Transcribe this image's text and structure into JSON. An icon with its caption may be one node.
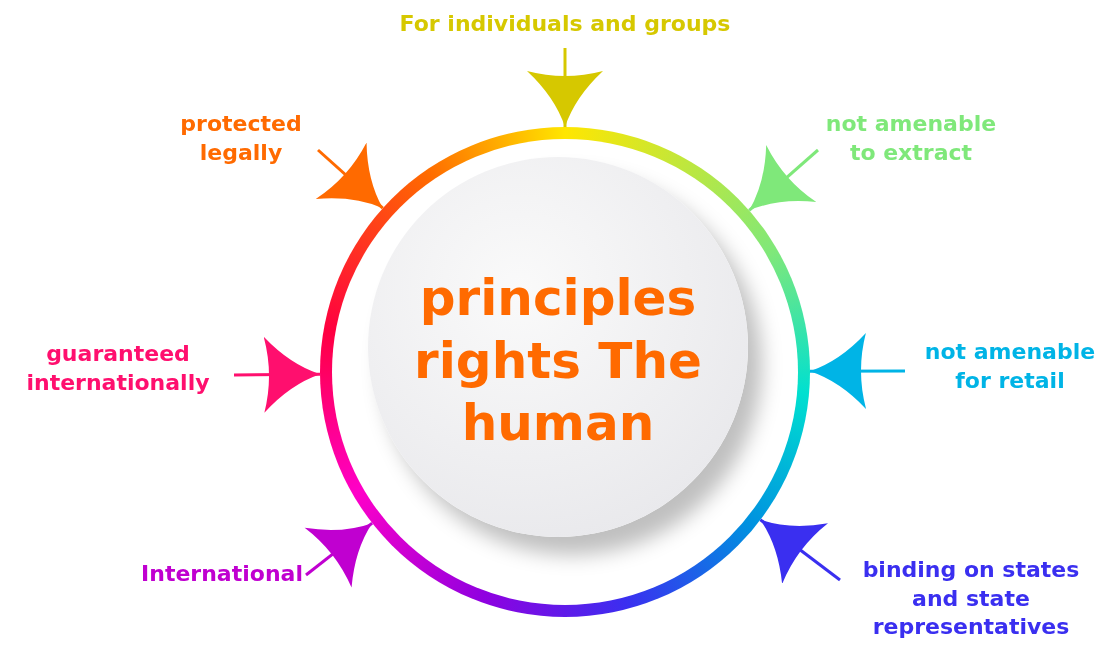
{
  "diagram": {
    "nodes": [
      {
        "text": [
          "principles rights The human"
        ]
      },
      {
        "text": [
          "For individuals and groups"
        ]
      },
      {
        "text": [
          "protected legally"
        ]
      },
      {
        "text": [
          "not amenable to extract"
        ]
      },
      {
        "text": [
          "guaranteed internationally"
        ]
      },
      {
        "text": [
          "not amenable for retail"
        ]
      },
      {
        "text": [
          "International"
        ]
      },
      {
        "text": [
          "binding on states and state representatives"
        ]
      }
    ],
    "edges": [
      {
        "from": 1,
        "to": 0,
        "arrow": "to",
        "color": "#d6c800"
      },
      {
        "from": 2,
        "to": 0,
        "arrow": "to",
        "color": "#ff6a00"
      },
      {
        "from": 3,
        "to": 0,
        "arrow": "to",
        "color": "#7fe87a"
      },
      {
        "from": 4,
        "to": 0,
        "arrow": "to",
        "color": "#ff0f6e"
      },
      {
        "from": 5,
        "to": 0,
        "arrow": "to",
        "color": "#00b4e6"
      },
      {
        "from": 6,
        "to": 0,
        "arrow": "to",
        "color": "#c000d0"
      },
      {
        "from": 7,
        "to": 0,
        "arrow": "to",
        "color": "#3a2ff0"
      }
    ]
  }
}
